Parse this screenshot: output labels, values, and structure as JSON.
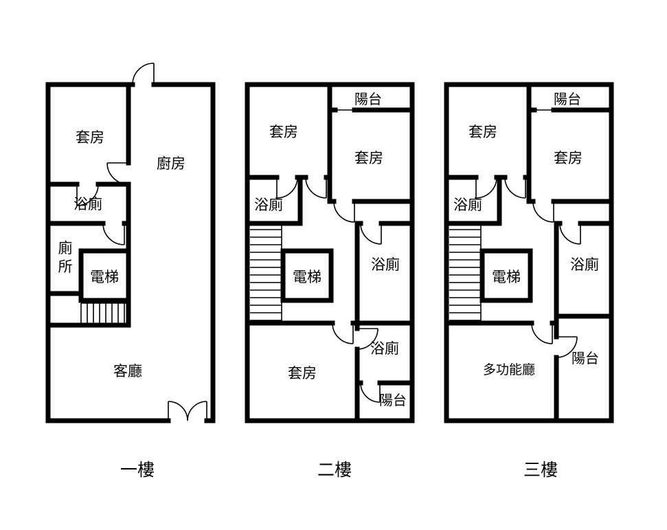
{
  "document": {
    "kind": "residential-floor-plan-set"
  },
  "colors": {
    "wall": "#000000",
    "background": "#ffffff"
  },
  "floors": [
    {
      "caption": "一樓",
      "rooms": {
        "suite": "套房",
        "kitchen": "廚房",
        "bath": "浴廁",
        "toilet_line1": "廁",
        "toilet_line2": "所",
        "elevator": "電梯",
        "living_room": "客廳"
      }
    },
    {
      "caption": "二樓",
      "rooms": {
        "balcony_top": "陽台",
        "suite_top_left": "套房",
        "suite_right": "套房",
        "bath_left": "浴廁",
        "elevator": "電梯",
        "bath_right": "浴廁",
        "suite_bottom": "套房",
        "bath_bottom": "浴廁",
        "balcony_bottom": "陽台"
      }
    },
    {
      "caption": "三樓",
      "rooms": {
        "balcony_top": "陽台",
        "suite_top_left": "套房",
        "suite_right": "套房",
        "bath_left": "浴廁",
        "elevator": "電梯",
        "bath_right": "浴廁",
        "multi_function_hall": "多功能廳",
        "balcony_bottom": "陽台"
      }
    }
  ]
}
